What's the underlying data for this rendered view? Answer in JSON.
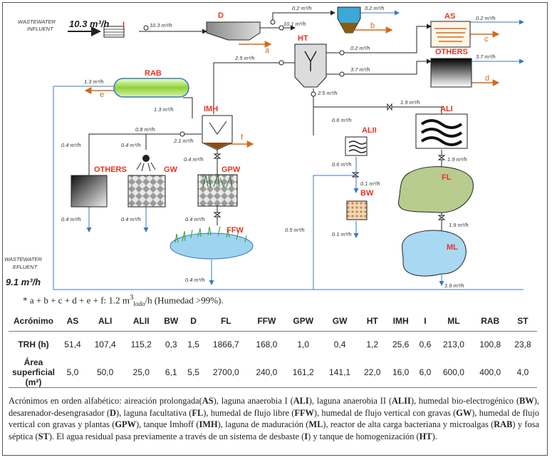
{
  "influent_label": [
    "WASTEWATER",
    "INFLUENT"
  ],
  "effluent_label": [
    "WASTEWATER",
    "EFLUENT"
  ],
  "influent_flow": "10.3 m³/h",
  "effluent_flow": "9.1 m³/h",
  "unit_names": {
    "I": "I",
    "D": "D",
    "HT": "HT",
    "AS": "AS",
    "OTHERS_top": "OTHERS",
    "RAB": "RAB",
    "IMH": "IMH",
    "ALII": "ALII",
    "ALI": "ALI",
    "OTHERS_left": "OTHERS",
    "GW": "GW",
    "GPW": "GPW",
    "BW": "BW",
    "FL": "FL",
    "FFW": "FFW",
    "ML": "ML"
  },
  "sludge_letters": [
    "a",
    "b",
    "c",
    "d",
    "e",
    "f"
  ],
  "flows": {
    "i_to_d": "10.3 m³/h",
    "d_to_st": "0.2 m³/h",
    "st_out": "0.2 m³/h",
    "d_to_ht": "10.1 m³/h",
    "as_out": "0.2 m³/h",
    "ht_to_as": "0.2 m³/h",
    "ht_to_others": "3.7 m³/h",
    "others_top_out": "3.7 m³/h",
    "ht_to_imh": "2.5 m³/h",
    "ht_down": "2.5 m³/h",
    "rab_out": "1.3 m³/h",
    "rab_in": "1.3 m³/h",
    "to_ali": "1.9 m³/h",
    "to_alii": "0.6 m³/h",
    "others_gw": "0.8 m³/h",
    "imh_out": "2.1 m³/h",
    "others_in": "0.4 m³/h",
    "gw_in": "0.4 m³/h",
    "gpw_in": "0.4 m³/h",
    "ali_out": "1.9 m³/h",
    "alii_out": "0.6 m³/h",
    "bw_in": "0.1 m³/h",
    "others_out": "0.4 m³/h",
    "gw_out": "0.4 m³/h",
    "gpw_out": "0.4 m³/h",
    "bypass": "0.5 m³/h",
    "bw_out": "0.1 m³/h",
    "fl_ml": "1.9 m³/h",
    "ffw_out": "0.4 m³/h",
    "ml_out": "1.9 m³/h"
  },
  "footnote": {
    "prefix": "* a + b + c + d + e + f: 1.2 m",
    "sup": "3",
    "sub": "lodo",
    "suffix": "/h (Humedad >99%)."
  },
  "table": {
    "columns": [
      "Acrónimo",
      "AS",
      "ALI",
      "ALII",
      "BW",
      "D",
      "FL",
      "FFW",
      "GPW",
      "GW",
      "HT",
      "IMH",
      "I",
      "ML",
      "RAB",
      "ST"
    ],
    "trh_label": "TRH (h)",
    "trh": [
      "51,4",
      "107,4",
      "115,2",
      "0,3",
      "1,5",
      "1866,7",
      "168,0",
      "1,0",
      "0,4",
      "1,2",
      "25,6",
      "0,6",
      "213,0",
      "100,8",
      "23,8"
    ],
    "area_label_1": "Área",
    "area_label_2": "superficial",
    "area_label_3": "(m²)",
    "area": [
      "5,0",
      "50,0",
      "25,0",
      "6,1",
      "5,5",
      "2700,0",
      "240,0",
      "161,2",
      "141,1",
      "22,0",
      "16,0",
      "6,0",
      "600,0",
      "400,0",
      "4,0"
    ]
  },
  "acronyms_text": [
    {
      "t": "Acrónimos en orden alfabético: aireación prolongada("
    },
    {
      "b": "AS"
    },
    {
      "t": "), laguna anaerobia I ("
    },
    {
      "b": "ALI"
    },
    {
      "t": "), laguna anaerobia II ("
    },
    {
      "b": "ALII"
    },
    {
      "t": "), humedal bio-electrogénico ("
    },
    {
      "b": "BW"
    },
    {
      "t": "), desarenador-desengrasador ("
    },
    {
      "b": "D"
    },
    {
      "t": "), laguna facultativa ("
    },
    {
      "b": "FL"
    },
    {
      "t": "), humedal de flujo libre ("
    },
    {
      "b": "FFW"
    },
    {
      "t": "), humedal de flujo vertical con gravas ("
    },
    {
      "b": "GW"
    },
    {
      "t": "), humedal de flujo vertical con gravas y plantas ("
    },
    {
      "b": "GPW"
    },
    {
      "t": "), tanque Imhoff ("
    },
    {
      "b": "IMH"
    },
    {
      "t": "), laguna de maduración ("
    },
    {
      "b": "ML"
    },
    {
      "t": "), reactor de alta carga bacteriana y microalgas ("
    },
    {
      "b": "RAB"
    },
    {
      "t": ") y fosa séptica ("
    },
    {
      "b": "ST"
    },
    {
      "t": "). El agua residual pasa previamente a través de un sistema de desbaste ("
    },
    {
      "b": "I"
    },
    {
      "t": ") y tanque de homogenización ("
    },
    {
      "b": "HT"
    },
    {
      "t": ")."
    }
  ],
  "colors": {
    "flow_line": "#3a78c2",
    "sludge": "#d46a1a",
    "unit_label": "#e63222",
    "pipe": "#222222"
  }
}
